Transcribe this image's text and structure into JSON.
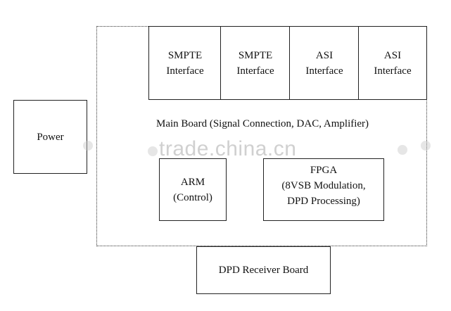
{
  "power": "Power",
  "interfaces": [
    {
      "line1": "SMPTE",
      "line2": "Interface"
    },
    {
      "line1": "SMPTE",
      "line2": "Interface"
    },
    {
      "line1": "ASI",
      "line2": "Interface"
    },
    {
      "line1": "ASI",
      "line2": "Interface"
    }
  ],
  "main_board": "Main Board (Signal Connection, DAC, Amplifier)",
  "arm": {
    "line1": "ARM",
    "line2": "(Control)"
  },
  "fpga": {
    "line1": "FPGA",
    "line2": "(8VSB Modulation,",
    "line3": "DPD Processing)"
  },
  "dpd_receiver": "DPD Receiver Board",
  "watermark": "trade.china.cn"
}
